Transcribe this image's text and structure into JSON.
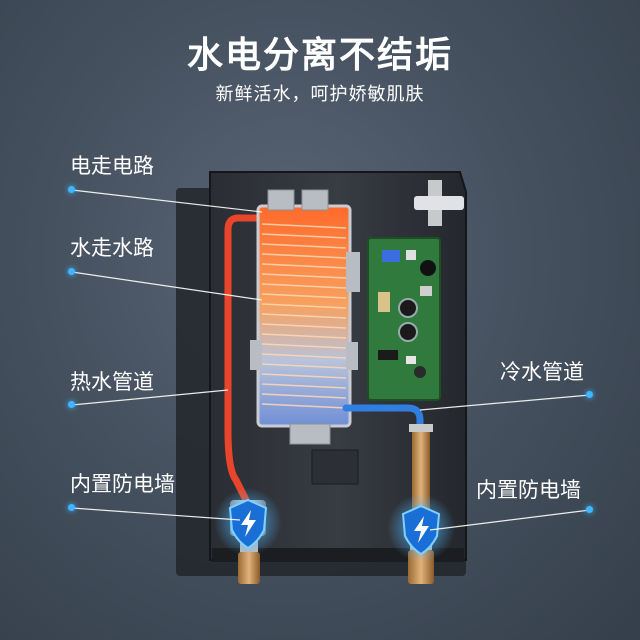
{
  "headline": "水电分离不结垢",
  "subline": "新鲜活水，呵护娇敏肌肤",
  "labels": {
    "electric_circuit": "电走电路",
    "water_circuit": "水走水路",
    "hot_water_pipe": "热水管道",
    "cold_water_pipe": "冷水管道",
    "barrier_left": "内置防电墙",
    "barrier_right": "内置防电墙"
  },
  "colors": {
    "background": "#465260",
    "accent_dot": "#3fb6ff",
    "hot_pipe": "#e8452a",
    "cold_pipe": "#2f7fe0",
    "pcb": "#2f7a3c",
    "shield": "#2d9cff"
  },
  "icons": [
    "lightning-shield-icon",
    "lightning-shield-icon"
  ]
}
